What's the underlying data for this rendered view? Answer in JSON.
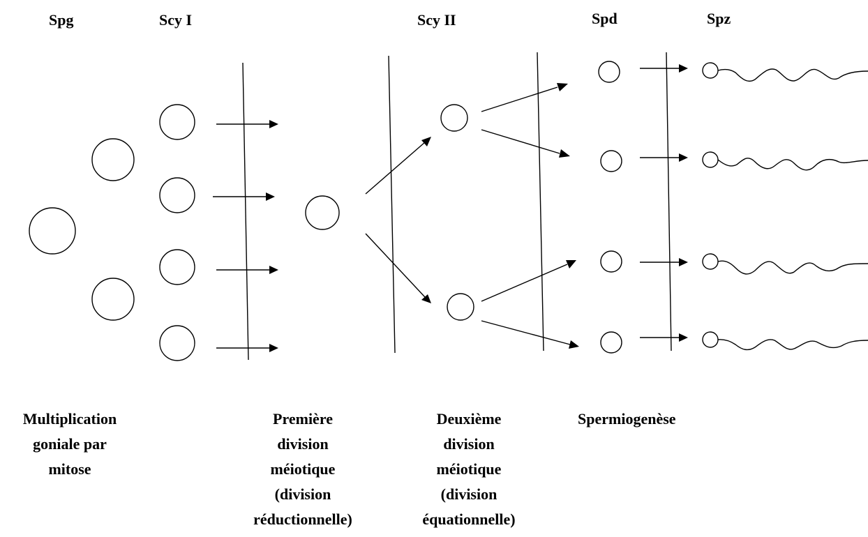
{
  "headers": {
    "spg": "Spg",
    "scy1": "Scy I",
    "scy2": "Scy II",
    "spd": "Spd",
    "spz": "Spz"
  },
  "captions": {
    "multiplication": [
      "Multiplication",
      "goniale par",
      "mitose"
    ],
    "premiere": [
      "Première",
      "division",
      "méiotique",
      "(division",
      "réductionnelle)"
    ],
    "deuxieme": [
      "Deuxième",
      "division",
      "méiotique",
      "(division",
      "équationnelle)"
    ],
    "spermiogenese": [
      "Spermiogenèse"
    ]
  },
  "colors": {
    "stroke": "#000000",
    "background": "#ffffff"
  }
}
